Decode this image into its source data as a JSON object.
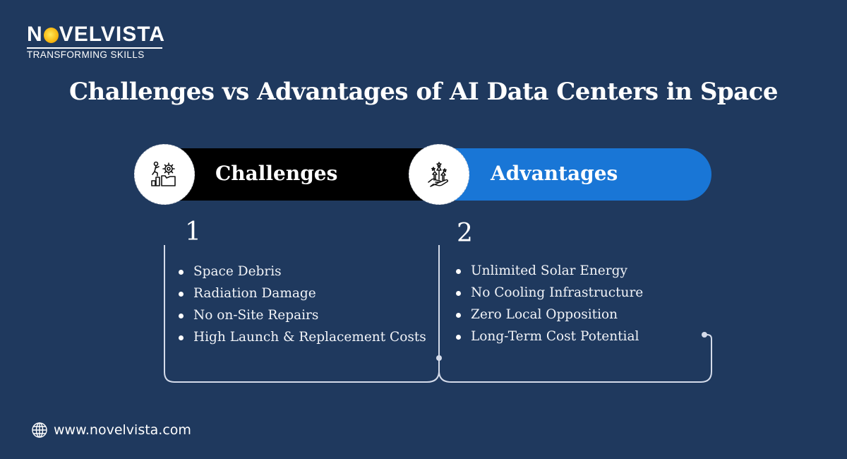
{
  "brand": {
    "name_part1": "N",
    "name_part2": "VELVISTA",
    "tagline": "TRANSFORMING SKILLS"
  },
  "title": "Challenges vs Advantages of AI Data Centers in Space",
  "sections": [
    {
      "header": "Challenges",
      "icon": "climbing-person-gear-icon",
      "number": "1",
      "color": "#000000",
      "items": [
        "Space Debris",
        "Radiation Damage",
        "No on-Site Repairs",
        "High Launch & Replacement Costs"
      ]
    },
    {
      "header": "Advantages",
      "icon": "hand-rising-arrows-stars-icon",
      "number": "2",
      "color": "#1976d6",
      "items": [
        "Unlimited Solar Energy",
        "No Cooling Infrastructure",
        "Zero Local Opposition",
        "Long-Term Cost Potential"
      ]
    }
  ],
  "footer": {
    "icon": "globe-icon",
    "website": "www.novelvista.com"
  }
}
